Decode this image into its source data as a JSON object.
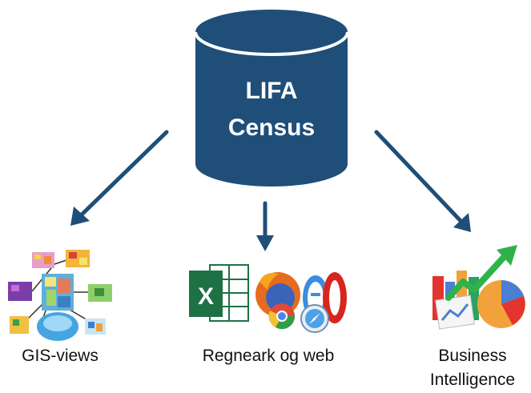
{
  "database": {
    "line1": "LIFA",
    "line2": "Census",
    "color": "#1f4e79"
  },
  "arrow_color": "#1f4e79",
  "outputs": [
    {
      "label": "GIS-views",
      "icon": "gis-map-collage-icon"
    },
    {
      "label": "Regneark og web",
      "icon": "excel-browsers-icon"
    },
    {
      "label_line1": "Business",
      "label_line2": "Intelligence",
      "icon": "bi-charts-icon"
    }
  ]
}
